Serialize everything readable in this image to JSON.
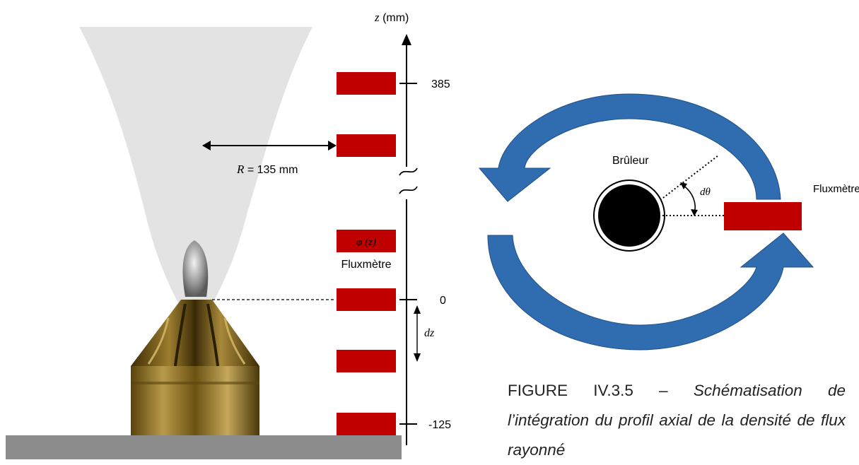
{
  "left_diagram": {
    "axis_label": "z (mm)",
    "tick_labels": [
      "385",
      "0",
      "-125"
    ],
    "radius_label": "R = 135 mm",
    "phi_label": "φ (z)",
    "fluxmeter_label": "Fluxmètre",
    "dz_label": "dz"
  },
  "right_diagram": {
    "burner_label": "Brûleur",
    "fluxmeter_label": "Fluxmètre",
    "angle_label": "dθ"
  },
  "caption": {
    "label": "FIGURE IV.3.5 – ",
    "text": "Schématisation de l’intégration du profil axial de la densité de flux rayonné"
  },
  "colors": {
    "fluxmeter_red": "#c00000",
    "arrow_blue": "#2f6db0",
    "plume_gray": "#e3e3e3",
    "burner_brass": "#8a6a1c",
    "ground_gray": "#8c8c8c"
  }
}
